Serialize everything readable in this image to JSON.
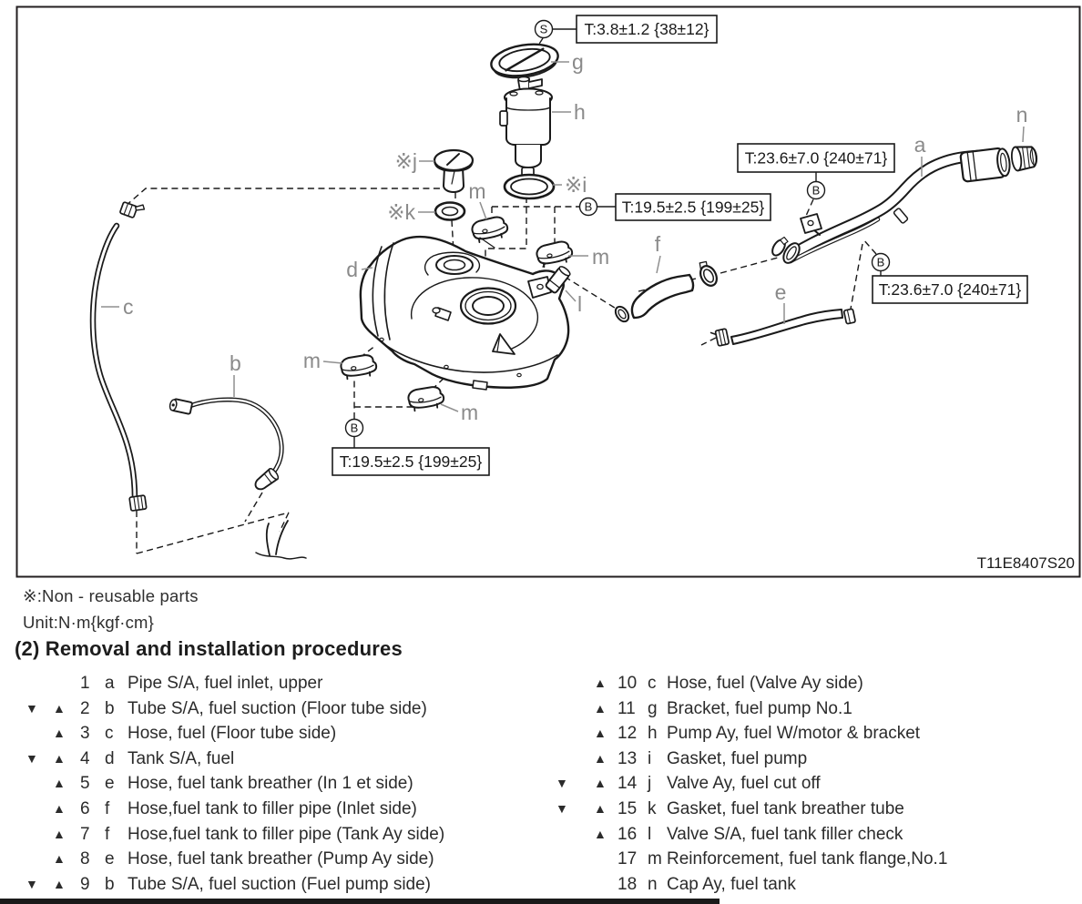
{
  "diagram": {
    "figure_code": "T11E8407S20",
    "symbols": {
      "s": "S",
      "b": "B"
    },
    "callouts": {
      "cap_screw": "T:3.8±1.2 {38±12}",
      "filler_upper": "T:23.6±7.0 {240±71}",
      "pump_bolts": "T:19.5±2.5 {199±25}",
      "filler_lower": "T:23.6±7.0 {240±71}",
      "tank_bolts": "T:19.5±2.5 {199±25}"
    },
    "labels": {
      "a": "a",
      "b": "b",
      "c": "c",
      "d": "d",
      "e": "e",
      "f": "f",
      "g": "g",
      "h": "h",
      "i": "※i",
      "j": "※j",
      "k": "※k",
      "l": "l",
      "m": "m",
      "n": "n"
    }
  },
  "notes": {
    "non_reusable": "※:Non - reusable parts",
    "unit": "Unit:N·m{kgf·cm}"
  },
  "section": {
    "heading": "(2) Removal and installation procedures"
  },
  "parts_list": {
    "left": [
      {
        "down": "",
        "up": "",
        "num": "1",
        "key": "a",
        "desc": "Pipe S/A, fuel inlet, upper"
      },
      {
        "down": "▼",
        "up": "▲",
        "num": "2",
        "key": "b",
        "desc": "Tube S/A, fuel suction (Floor tube side)"
      },
      {
        "down": "",
        "up": "▲",
        "num": "3",
        "key": "c",
        "desc": "Hose, fuel (Floor tube side)"
      },
      {
        "down": "▼",
        "up": "▲",
        "num": "4",
        "key": "d",
        "desc": "Tank S/A, fuel"
      },
      {
        "down": "",
        "up": "▲",
        "num": "5",
        "key": "e",
        "desc": "Hose, fuel tank breather (In 1 et side)"
      },
      {
        "down": "",
        "up": "▲",
        "num": "6",
        "key": "f",
        "desc": "Hose,fuel tank to filler pipe (Inlet side)"
      },
      {
        "down": "",
        "up": "▲",
        "num": "7",
        "key": "f",
        "desc": "Hose,fuel tank to filler pipe (Tank Ay side)"
      },
      {
        "down": "",
        "up": "▲",
        "num": "8",
        "key": "e",
        "desc": "Hose, fuel tank breather (Pump Ay side)"
      },
      {
        "down": "▼",
        "up": "▲",
        "num": "9",
        "key": "b",
        "desc": "Tube S/A, fuel suction (Fuel pump side)"
      }
    ],
    "right": [
      {
        "down": "",
        "up": "▲",
        "num": "10",
        "key": "c",
        "desc": "Hose, fuel (Valve Ay side)"
      },
      {
        "down": "",
        "up": "▲",
        "num": "11",
        "key": "g",
        "desc": "Bracket, fuel pump No.1"
      },
      {
        "down": "",
        "up": "▲",
        "num": "12",
        "key": "h",
        "desc": "Pump Ay, fuel W/motor & bracket"
      },
      {
        "down": "",
        "up": "▲",
        "num": "13",
        "key": "i",
        "desc": "Gasket, fuel pump"
      },
      {
        "down": "▼",
        "up": "▲",
        "num": "14",
        "key": "j",
        "desc": "Valve Ay, fuel cut off"
      },
      {
        "down": "▼",
        "up": "▲",
        "num": "15",
        "key": "k",
        "desc": "Gasket, fuel tank breather tube"
      },
      {
        "down": "",
        "up": "▲",
        "num": "16",
        "key": "l",
        "desc": "Valve S/A, fuel tank filler check"
      },
      {
        "down": "",
        "up": "",
        "num": "17",
        "key": "m",
        "desc": "Reinforcement, fuel tank flange,No.1"
      },
      {
        "down": "",
        "up": "",
        "num": "18",
        "key": "n",
        "desc": "Cap Ay, fuel tank"
      }
    ]
  }
}
